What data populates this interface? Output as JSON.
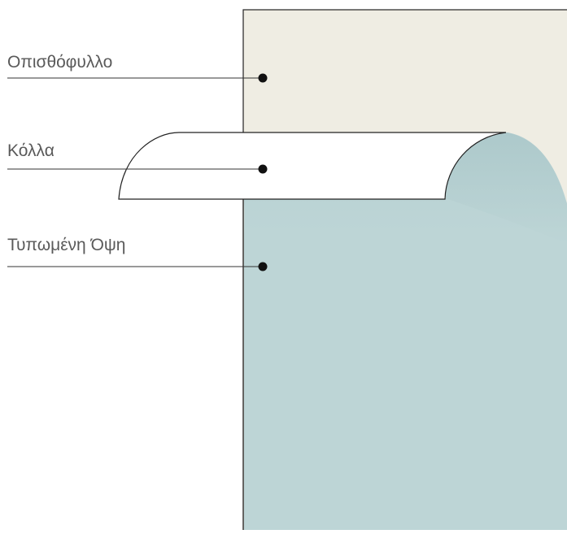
{
  "labels": {
    "backing": "Οπισθόφυλλο",
    "glue": "Κόλλα",
    "printed_side": "Τυπωμένη Όψη"
  },
  "colors": {
    "backing_fill": "#efede3",
    "glue_fill": "#ffffff",
    "printed_fill": "#bdd5d6",
    "printed_shade": "#a9c6c8",
    "outline": "#222222",
    "leader_line": "#333333",
    "label_text": "#5a5a5a"
  }
}
